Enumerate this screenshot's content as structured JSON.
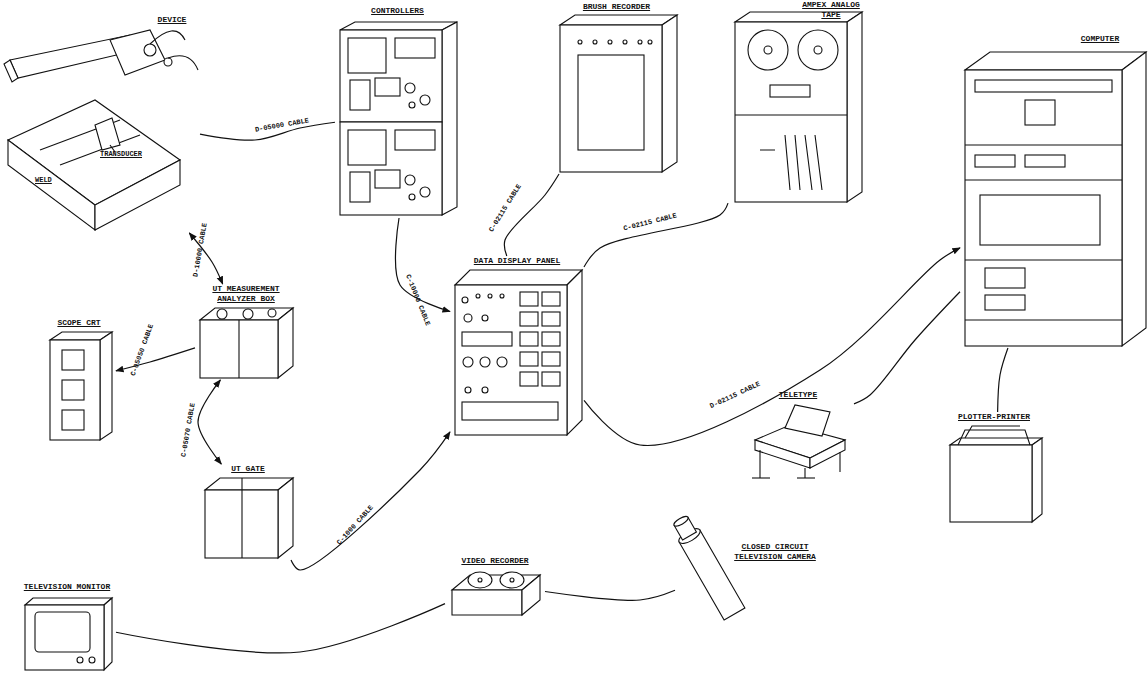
{
  "diagram": {
    "nodes": [
      {
        "text": [
          "DEVICE"
        ]
      },
      {
        "text": [
          "CONTROLLERS"
        ]
      },
      {
        "text": [
          "BRUSH RECORDER"
        ]
      },
      {
        "text": [
          "AMPEX ANALOG TAPE"
        ]
      },
      {
        "text": [
          "COMPUTER"
        ]
      },
      {
        "text": [
          "DATA DISPLAY PANEL"
        ]
      },
      {
        "text": [
          "TELETYPE"
        ]
      },
      {
        "text": [
          "PLOTTER-PRINTER"
        ]
      },
      {
        "text": [
          "SCOPE CRT"
        ]
      },
      {
        "text": [
          "UT MEASUREMENT ANALYZER BOX"
        ]
      },
      {
        "text": [
          "UT GATE"
        ]
      },
      {
        "text": [
          "TELEVISION MONITOR"
        ]
      },
      {
        "text": [
          "VIDEO RECORDER"
        ]
      },
      {
        "text": [
          "CLOSED CIRCUIT TELEVISION CAMERA"
        ]
      }
    ],
    "edges": [
      {
        "from": 0,
        "to": 1,
        "arrow": "none",
        "label": "D-05000 CABLE"
      },
      {
        "from": 0,
        "to": 9,
        "arrow": "both",
        "label": "D-10000 CABLE"
      },
      {
        "from": 9,
        "to": 8,
        "arrow": "to",
        "label": "C-05050 CABLE"
      },
      {
        "from": 9,
        "to": 10,
        "arrow": "both",
        "label": "C-05070 CABLE"
      },
      {
        "from": 1,
        "to": 5,
        "arrow": "to",
        "label": "C-10000 CABLE"
      },
      {
        "from": 10,
        "to": 5,
        "arrow": "to",
        "label": "C-1000 CABLE"
      },
      {
        "from": 2,
        "to": 5,
        "arrow": "none",
        "label": "C-02115 CABLE"
      },
      {
        "from": 3,
        "to": 5,
        "arrow": "none",
        "label": "C-02115 CABLE"
      },
      {
        "from": 5,
        "to": 4,
        "arrow": "to",
        "label": "D-02115 CABLE"
      },
      {
        "from": 4,
        "to": 6,
        "arrow": "none"
      },
      {
        "from": 4,
        "to": 7,
        "arrow": "none"
      },
      {
        "from": 13,
        "to": 12,
        "arrow": "none"
      },
      {
        "from": 12,
        "to": 11,
        "arrow": "none"
      }
    ],
    "labels": [
      "TRANSDUCER",
      "WELD"
    ]
  }
}
